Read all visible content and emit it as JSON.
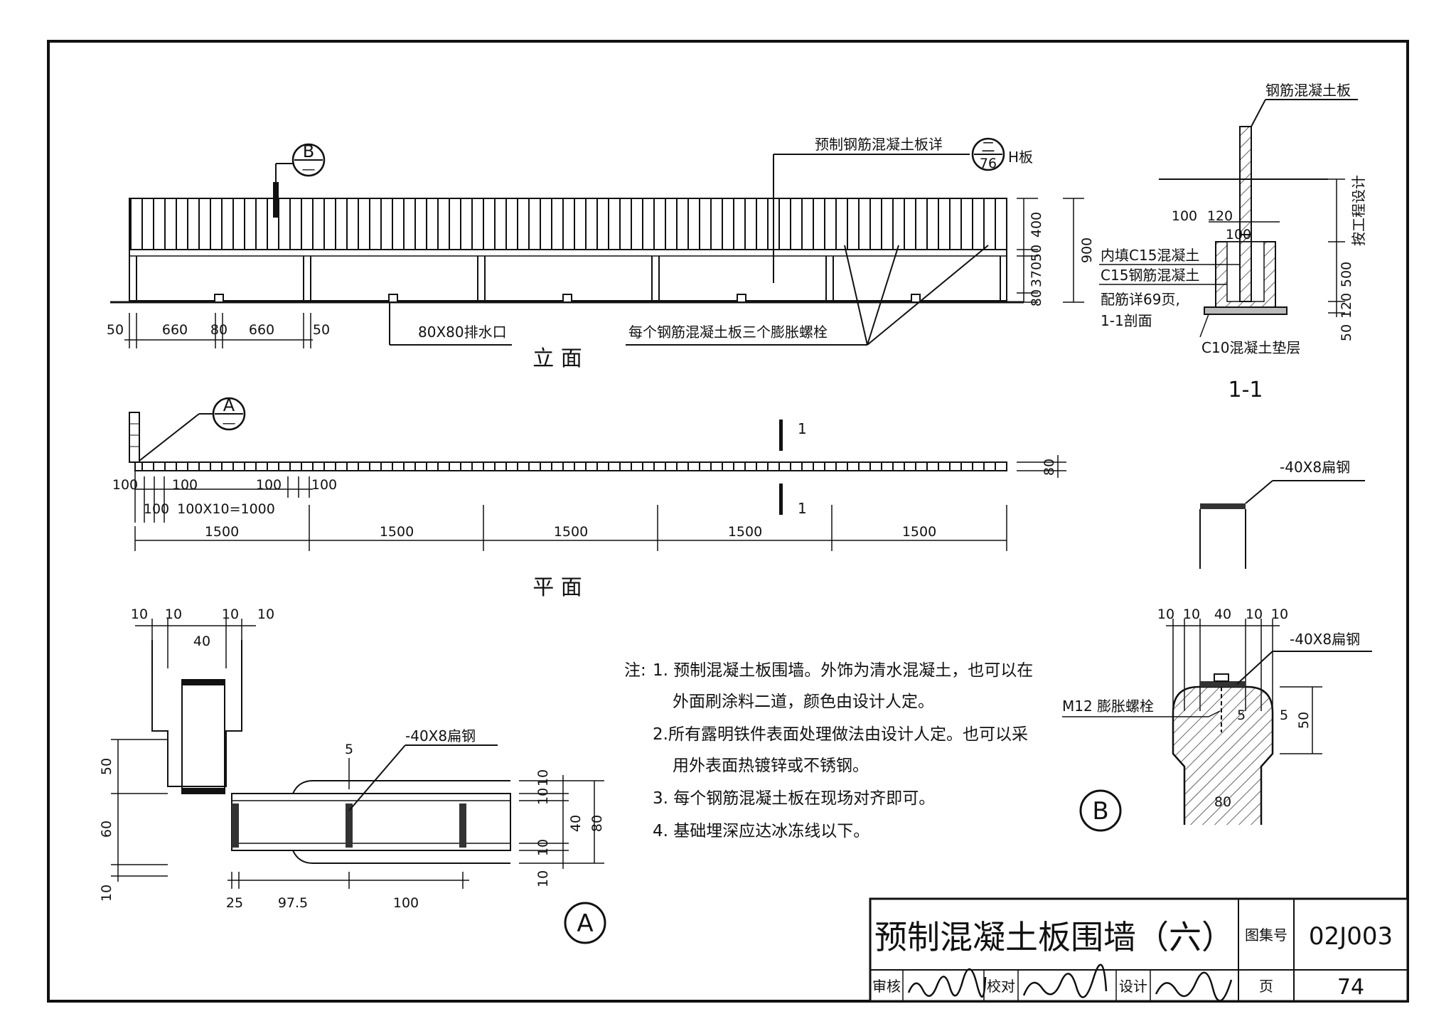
{
  "elevation": {
    "caption": "立  面",
    "callout_label": "预制钢筋混凝土板详",
    "callout_ref_top": "二",
    "callout_ref_bottom": "76",
    "callout_suffix": "H板",
    "drain_label": "80X80排水口",
    "bolt_label": "每个钢筋混凝土板三个膨胀螺栓",
    "detail_b_mark": "B",
    "detail_b_mark_sub": "—",
    "dims_bottom": [
      "50",
      "660",
      "80",
      "660",
      "50"
    ],
    "dims_right": [
      "400",
      "50",
      "370",
      "80"
    ],
    "overall_height": "900"
  },
  "plan": {
    "caption": "平  面",
    "detail_a_mark": "A",
    "detail_a_mark_sub": "—",
    "section_mark": "1",
    "dims_row1": [
      "100",
      "100",
      "100",
      "100"
    ],
    "dims_row2": [
      "100",
      "100X10=1000"
    ],
    "spans": [
      "1500",
      "1500",
      "1500",
      "1500",
      "1500"
    ],
    "right_dim": "80"
  },
  "section_1_1": {
    "top_label": "钢筋混凝土板",
    "side_label": "按工程设计",
    "fill_label": "内填C15混凝土",
    "rc_label": "C15钢筋混凝土",
    "rebar_note_line1": "配筋详69页,",
    "rebar_note_line2": "1-1剖面",
    "pad_label": "C10混凝土垫层",
    "dims": [
      "100",
      "120",
      "100",
      "500",
      "120",
      "50"
    ],
    "caption": "1-1"
  },
  "detail_a": {
    "mark": "A",
    "top_dims": [
      "10",
      "10",
      "10",
      "10"
    ],
    "width_dim": "40",
    "flat_steel": "-40X8扁钢",
    "left_dims": [
      "50",
      "60",
      "10"
    ],
    "right_dims": [
      "10",
      "10",
      "10",
      "10"
    ],
    "right_inner": "40",
    "right_outer": "80",
    "top_small": "5",
    "bottom_dims": [
      "25",
      "97.5",
      "100"
    ]
  },
  "detail_b": {
    "mark": "B",
    "flat_steel_top": "-40X8扁钢",
    "flat_steel_side": "-40X8扁钢",
    "bolt": "M12 膨胀螺栓",
    "top_dims": [
      "10",
      "10",
      "40",
      "10",
      "10"
    ],
    "small_dims": [
      "5",
      "5"
    ],
    "height_dim": "50",
    "width_dim": "80"
  },
  "notes": {
    "prefix": "注:",
    "lines": [
      "1. 预制混凝土板围墙。外饰为清水混凝土，也可以在",
      "外面刷涂料二道，颜色由设计人定。",
      "2.所有露明铁件表面处理做法由设计人定。也可以采",
      "用外表面热镀锌或不锈钢。",
      "3. 每个钢筋混凝土板在现场对齐即可。",
      "4. 基础埋深应达冰冻线以下。"
    ]
  },
  "title_block": {
    "title": "预制混凝土板围墙（六）",
    "atlas_label": "图集号",
    "atlas_no": "02J003",
    "review_label": "审核",
    "check_label": "校对",
    "design_label": "设计",
    "page_label": "页",
    "page_no": "74"
  }
}
